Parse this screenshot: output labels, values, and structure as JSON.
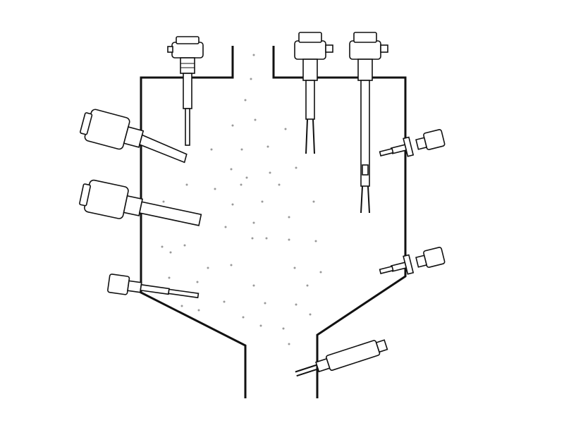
{
  "diagram": {
    "subject": "silo-with-level-sensors",
    "colors": {
      "line": "#111111",
      "background": "#ffffff",
      "particles": "#999999"
    },
    "sensors": [
      {
        "id": "top-left-vibrating-rod",
        "icon": "level-sensor-icon"
      },
      {
        "id": "top-right-tuning-fork-short",
        "icon": "tuning-fork-icon"
      },
      {
        "id": "top-right-tuning-fork-long",
        "icon": "tuning-fork-icon"
      },
      {
        "id": "left-side-paddle-upper",
        "icon": "level-sensor-icon"
      },
      {
        "id": "left-side-rod-middle",
        "icon": "level-sensor-icon"
      },
      {
        "id": "left-side-rod-lower",
        "icon": "level-sensor-icon"
      },
      {
        "id": "right-side-compact-upper",
        "icon": "level-sensor-icon"
      },
      {
        "id": "right-side-compact-lower",
        "icon": "level-sensor-icon"
      },
      {
        "id": "outlet-sensor",
        "icon": "level-sensor-icon"
      }
    ]
  }
}
